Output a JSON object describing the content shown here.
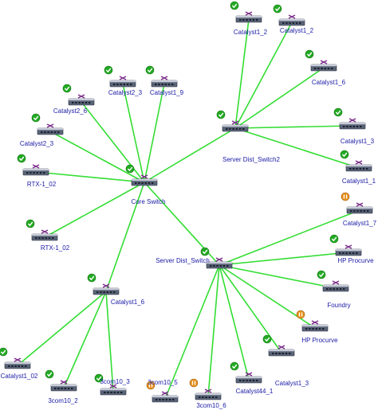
{
  "colors": {
    "background": "#ffffff",
    "link": "#33dd33",
    "label": "#1a1aa6",
    "status_ok": "#22aa22",
    "status_warning": "#e8921f",
    "device_body": "#5a6478",
    "device_top": "#c8ccd8"
  },
  "nodes": [
    {
      "id": "core",
      "label": "Core Switch",
      "status": "ok",
      "icon": "switch-icon"
    },
    {
      "id": "dist2",
      "label": "Server Dist_Switch2",
      "status": "ok",
      "icon": "switch-icon"
    },
    {
      "id": "dist",
      "label": "Server Dist_Switch",
      "status": "ok",
      "icon": "switch-icon"
    },
    {
      "id": "cat16l",
      "label": "Catalyst1_6",
      "status": "ok",
      "icon": "switch-icon"
    },
    {
      "id": "cat23",
      "label": "Catalyst2_3",
      "status": "ok",
      "icon": "switch-icon"
    },
    {
      "id": "cat19",
      "label": "Catalyst1_9",
      "status": "ok",
      "icon": "switch-icon"
    },
    {
      "id": "cat26",
      "label": "Catalyst2_6",
      "status": "ok",
      "icon": "switch-icon"
    },
    {
      "id": "cat23b",
      "label": "Catalyst2_3",
      "status": "ok",
      "icon": "switch-icon"
    },
    {
      "id": "rtx102a",
      "label": "RTX-1_02",
      "status": "ok",
      "icon": "switch-icon"
    },
    {
      "id": "rtx102b",
      "label": "RTX-1_02",
      "status": "ok",
      "icon": "switch-icon"
    },
    {
      "id": "cat12a",
      "label": "Catalyst1_2",
      "status": "ok",
      "icon": "switch-icon"
    },
    {
      "id": "cat12b",
      "label": "Catalyst1_2",
      "status": "ok",
      "icon": "switch-icon"
    },
    {
      "id": "cat16r",
      "label": "Catalyst1_6",
      "status": "ok",
      "icon": "switch-icon"
    },
    {
      "id": "cat13r",
      "label": "Catalyst1_3",
      "status": "ok",
      "icon": "switch-icon"
    },
    {
      "id": "cat11",
      "label": "Catalyst1_1",
      "status": "ok",
      "icon": "switch-icon"
    },
    {
      "id": "cat17",
      "label": "Catalyst1_7",
      "status": "warning",
      "icon": "switch-icon"
    },
    {
      "id": "hp1",
      "label": "HP Procurve",
      "status": "ok",
      "icon": "switch-icon"
    },
    {
      "id": "foundry",
      "label": "Foundry",
      "status": "ok",
      "icon": "switch-icon"
    },
    {
      "id": "hp2",
      "label": "HP Procurve",
      "status": "warning",
      "icon": "switch-icon"
    },
    {
      "id": "cat13b",
      "label": "Catalyst1_3",
      "status": "ok",
      "icon": "switch-icon"
    },
    {
      "id": "cat441",
      "label": "Catalyst44_1",
      "status": "ok",
      "icon": "switch-icon"
    },
    {
      "id": "c3com106",
      "label": "3com10_6",
      "status": "warning",
      "icon": "switch-icon"
    },
    {
      "id": "c3com105",
      "label": "3com10_5",
      "status": "warning",
      "icon": "switch-icon"
    },
    {
      "id": "c3com103",
      "label": "3com10_3",
      "status": "ok",
      "icon": "switch-icon"
    },
    {
      "id": "c3com102",
      "label": "3com10_2",
      "status": "ok",
      "icon": "switch-icon"
    },
    {
      "id": "cat102",
      "label": "Catalyst1_02",
      "status": "ok",
      "icon": "switch-icon"
    }
  ],
  "links": [
    [
      "core",
      "cat23"
    ],
    [
      "core",
      "cat19"
    ],
    [
      "core",
      "cat26"
    ],
    [
      "core",
      "cat23b"
    ],
    [
      "core",
      "rtx102a"
    ],
    [
      "core",
      "rtx102b"
    ],
    [
      "core",
      "dist2"
    ],
    [
      "core",
      "dist"
    ],
    [
      "core",
      "cat16l"
    ],
    [
      "dist2",
      "cat12a"
    ],
    [
      "dist2",
      "cat12b"
    ],
    [
      "dist2",
      "cat16r"
    ],
    [
      "dist2",
      "cat13r"
    ],
    [
      "dist2",
      "cat11"
    ],
    [
      "dist",
      "cat17"
    ],
    [
      "dist",
      "hp1"
    ],
    [
      "dist",
      "foundry"
    ],
    [
      "dist",
      "hp2"
    ],
    [
      "dist",
      "cat13b"
    ],
    [
      "dist",
      "cat441"
    ],
    [
      "dist",
      "c3com106"
    ],
    [
      "dist",
      "c3com105"
    ],
    [
      "cat16l",
      "cat102"
    ],
    [
      "cat16l",
      "c3com102"
    ],
    [
      "cat16l",
      "c3com103"
    ]
  ]
}
